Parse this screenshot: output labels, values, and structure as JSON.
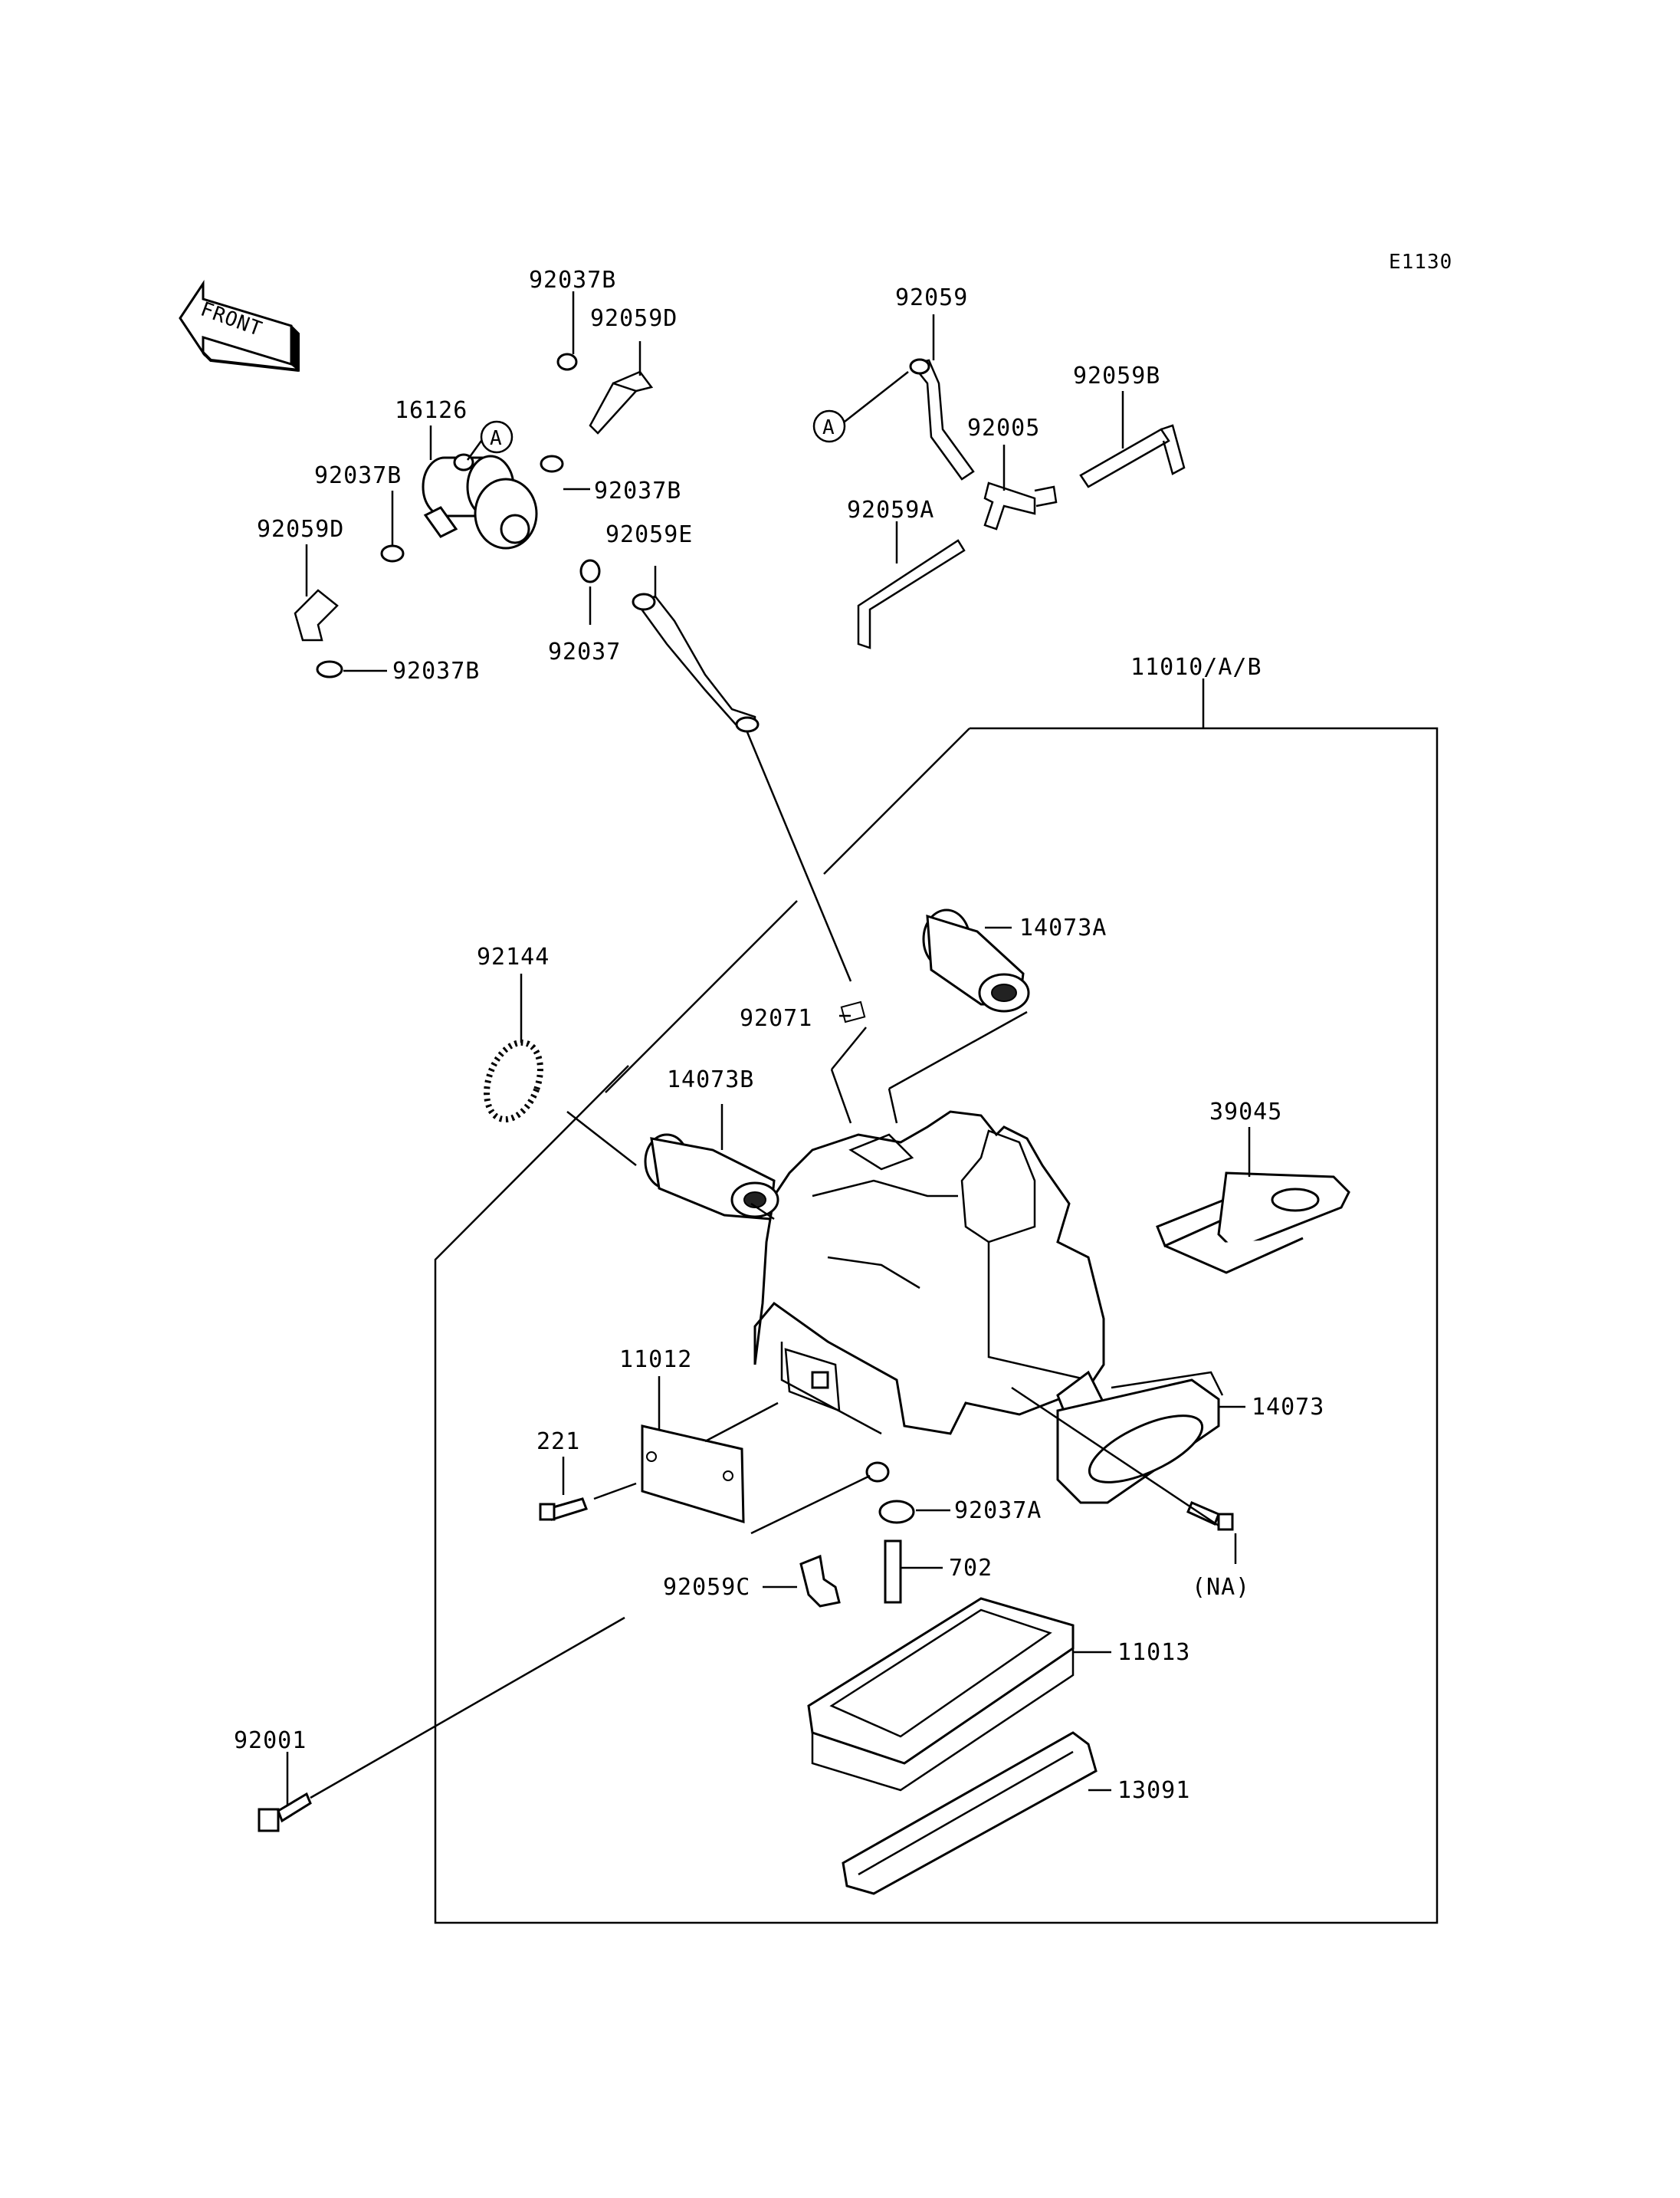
{
  "diagram": {
    "code": "E1130",
    "front_label": "FRONT",
    "callout_a": "A",
    "labels": {
      "p92037B_1": "92037B",
      "p92059D_1": "92059D",
      "p16126": "16126",
      "p92037B_2": "92037B",
      "p92037B_3": "92037B",
      "p92059D_2": "92059D",
      "p92059E": "92059E",
      "p92037": "92037",
      "p92037B_4": "92037B",
      "p92059": "92059",
      "p92005": "92005",
      "p92059B": "92059B",
      "p92059A": "92059A",
      "p11010AB": "11010/A/B",
      "p92144": "92144",
      "p14073A": "14073A",
      "p92071": "92071",
      "p14073B": "14073B",
      "p39045": "39045",
      "p11012": "11012",
      "p14073": "14073",
      "p221": "221",
      "p92037A": "92037A",
      "p702": "702",
      "p92059C": "92059C",
      "pNA": "(NA)",
      "p11013": "11013",
      "p92001": "92001",
      "p13091": "13091"
    }
  }
}
